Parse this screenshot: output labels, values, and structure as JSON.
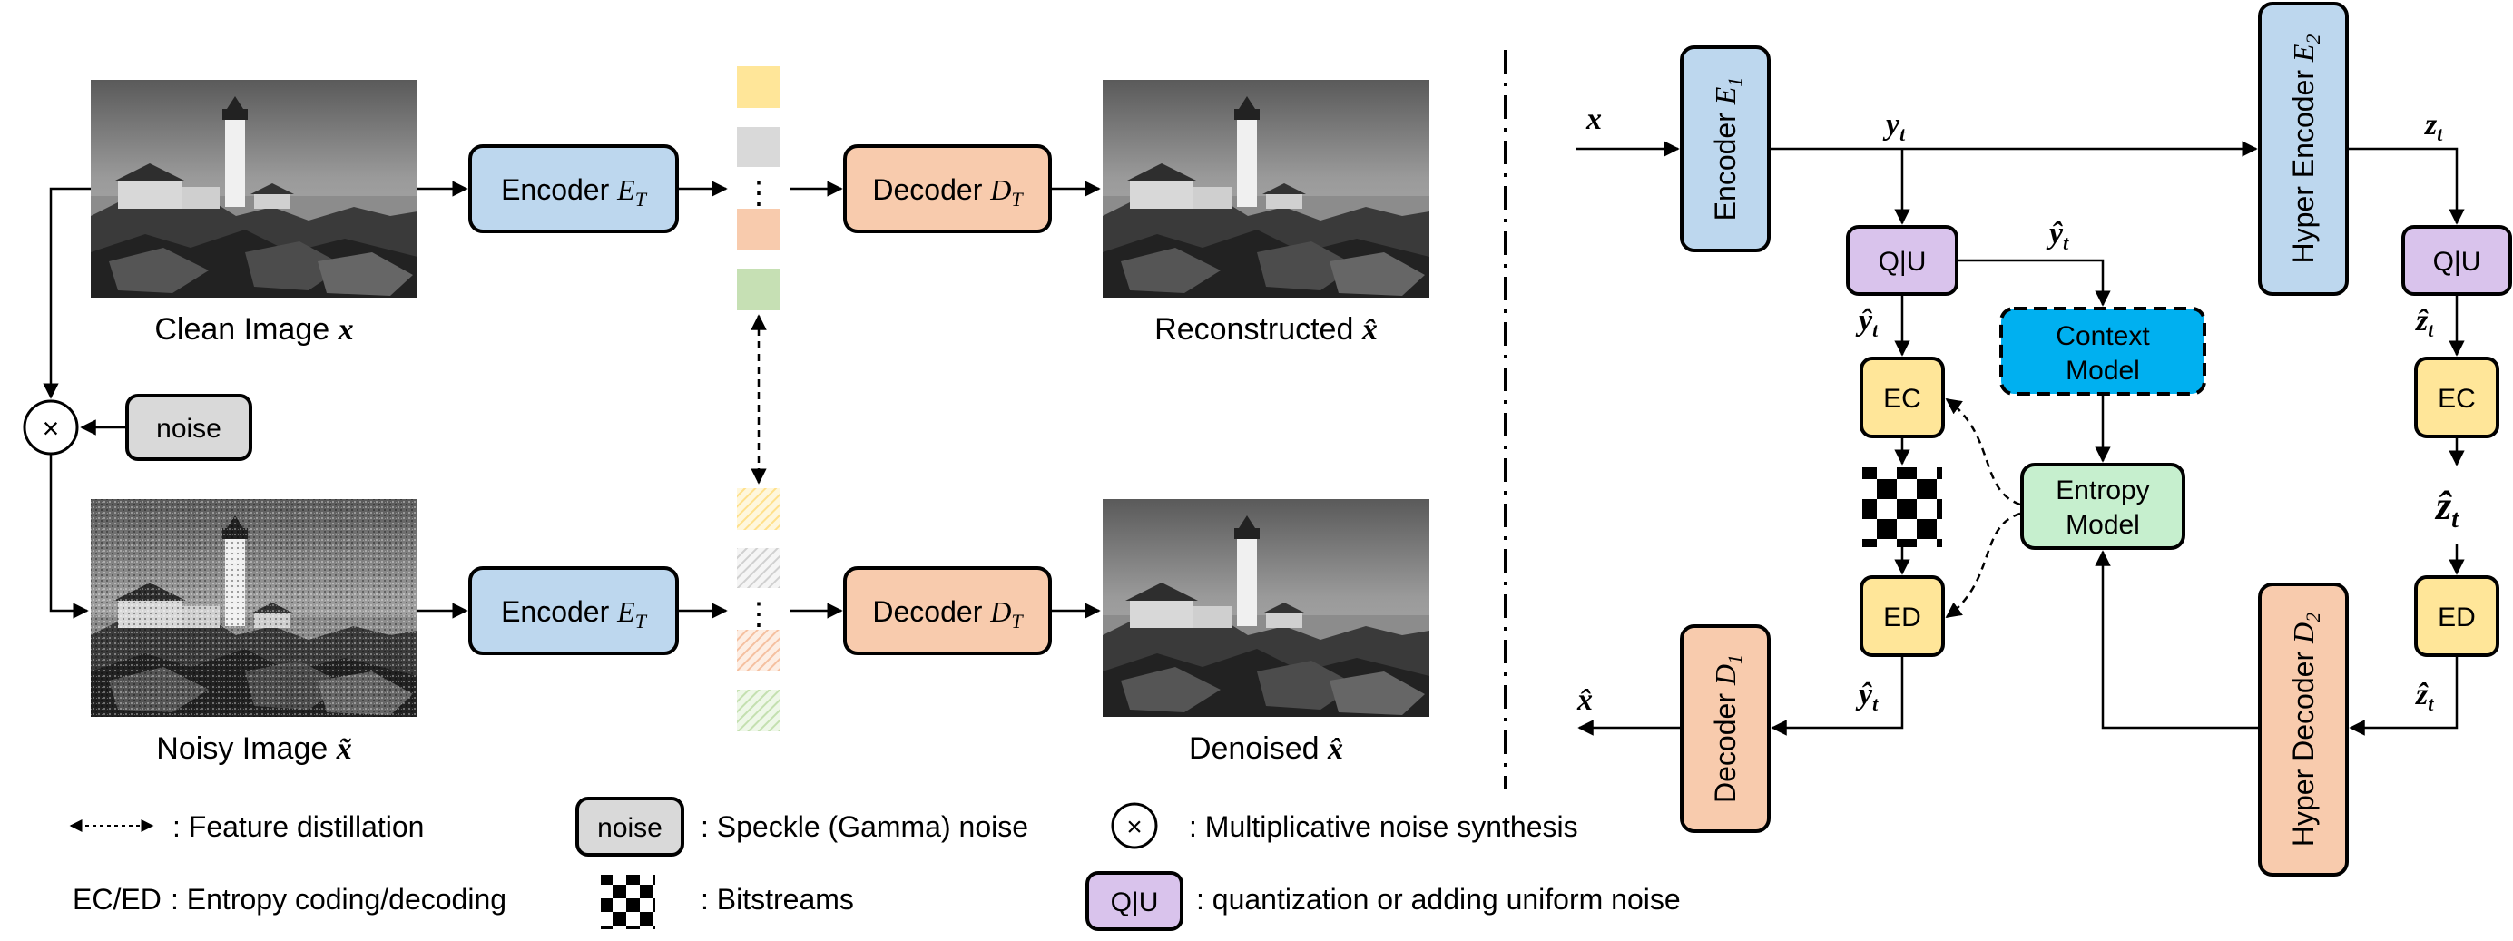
{
  "left": {
    "clean_caption": "Clean Image ",
    "clean_var": "x",
    "noisy_caption": "Noisy Image ",
    "noisy_var": "x̃",
    "recon_caption": "Reconstructed ",
    "recon_var": "x̂",
    "denoised_caption": "Denoised ",
    "denoised_var": "x̂",
    "encoder_label": "Encoder ",
    "encoder_sym": "E",
    "encoder_sub": "T",
    "decoder_label": "Decoder ",
    "decoder_sym": "D",
    "decoder_sub": "T",
    "noise_label": "noise",
    "multiply_symbol": "×",
    "dots": "⋮"
  },
  "right": {
    "x_in": "x",
    "x_out": "x̂",
    "encoder1_label": "Encoder ",
    "encoder1_sym": "E",
    "encoder1_sub": "1",
    "hyper_encoder_label": "Hyper Encoder ",
    "hyper_encoder_sym": "E",
    "hyper_encoder_sub": "2",
    "decoder1_label": "Decoder ",
    "decoder1_sym": "D",
    "decoder1_sub": "1",
    "hyper_decoder_label": "Hyper Decoder ",
    "hyper_decoder_sym": "D",
    "hyper_decoder_sub": "2",
    "qu_label": "Q|U",
    "ec_label": "EC",
    "ed_label": "ED",
    "context_line1": "Context",
    "context_line2": "Model",
    "entropy_line1": "Entropy",
    "entropy_line2": "Model",
    "y_t": "y",
    "y_hat_t": "ŷ",
    "z_t": "z",
    "z_hat_t": "ẑ",
    "sub_t": "t"
  },
  "legend": {
    "feature_distillation": ": Feature distillation",
    "noise_box": "noise",
    "speckle": ": Speckle (Gamma) noise",
    "multiply_symbol": "×",
    "multiplicative": ": Multiplicative noise synthesis",
    "ecd_key": "EC/ED",
    "ecd_desc": ": Entropy coding/decoding",
    "bitstreams": ": Bitstreams",
    "qu_box": "Q|U",
    "qu_desc": ": quantization or adding uniform noise"
  },
  "colors": {
    "encoder_blue": "#bdd7ee",
    "decoder_orange": "#f8cbad",
    "qu_purple": "#d9c3ec",
    "ec_yellow": "#ffe699",
    "context_cyan": "#00b0f0",
    "entropy_green": "#c6efce",
    "noise_gray": "#d9d9d9",
    "feat_yellow": "#ffe699",
    "feat_gray": "#d9d9d9",
    "feat_orange": "#f8cbad",
    "feat_green": "#c6e0b4"
  }
}
